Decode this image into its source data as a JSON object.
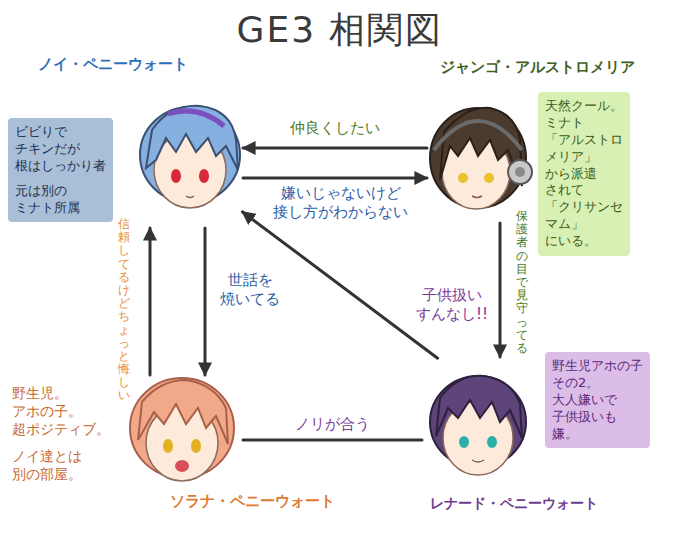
{
  "diagram": {
    "title": "GE3 相関図",
    "nodes": [
      {
        "text": [
          "ノイ・ペニーウォート",
          "ビビりで チキンだが 根はしっかり者",
          "元は別の ミナト所属"
        ]
      },
      {
        "text": [
          "ジャンゴ・アルストロメリア",
          "天然クール。 ミナト「アルストロ メリア」から派遣 されて「クリサンセ マム」にいる。"
        ]
      },
      {
        "text": [
          "ソラナ・ペニーウォート",
          "野生児。 アホの子。 超ポジティブ。",
          "ノイ達とは 別の部屋。"
        ]
      },
      {
        "text": [
          "レナード・ペニーウォート",
          "野生児アホの子 その2。 大人嫌いで 子供扱いも 嫌。"
        ]
      }
    ],
    "edges": [
      {
        "from": 1,
        "to": 0,
        "label": "仲良くしたい",
        "arrow": "to"
      },
      {
        "from": 0,
        "to": 1,
        "label": "嫌いじゃないけど 接し方がわからない",
        "arrow": "to"
      },
      {
        "from": 0,
        "to": 2,
        "label": "世話を 焼いてる",
        "arrow": "to"
      },
      {
        "from": 2,
        "to": 0,
        "label": "信頼してるけど ちょっと悔しい",
        "arrow": "to"
      },
      {
        "from": 1,
        "to": 3,
        "label": "保護者の目で 見守ってる",
        "arrow": "to"
      },
      {
        "from": 3,
        "to": 0,
        "label": "子供扱い すんなし!!",
        "arrow": "to"
      },
      {
        "from": 2,
        "to": 3,
        "label": "ノリが合う",
        "arrow": "none"
      }
    ]
  }
}
